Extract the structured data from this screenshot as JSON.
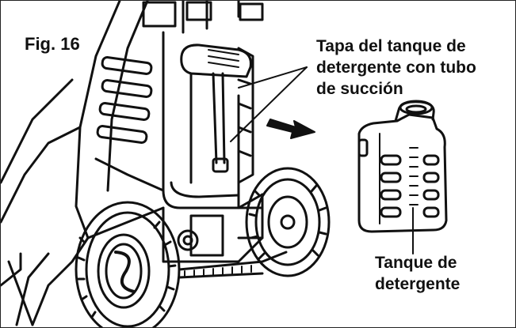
{
  "figure": {
    "number_label": "Fig. 16"
  },
  "callouts": {
    "lid": {
      "lines": [
        "Tapa del tanque de",
        "detergente con tubo",
        "de succión"
      ]
    },
    "tank": {
      "lines": [
        "Tanque de",
        "detergente"
      ]
    }
  },
  "colors": {
    "line": "#111111",
    "background": "#ffffff"
  }
}
